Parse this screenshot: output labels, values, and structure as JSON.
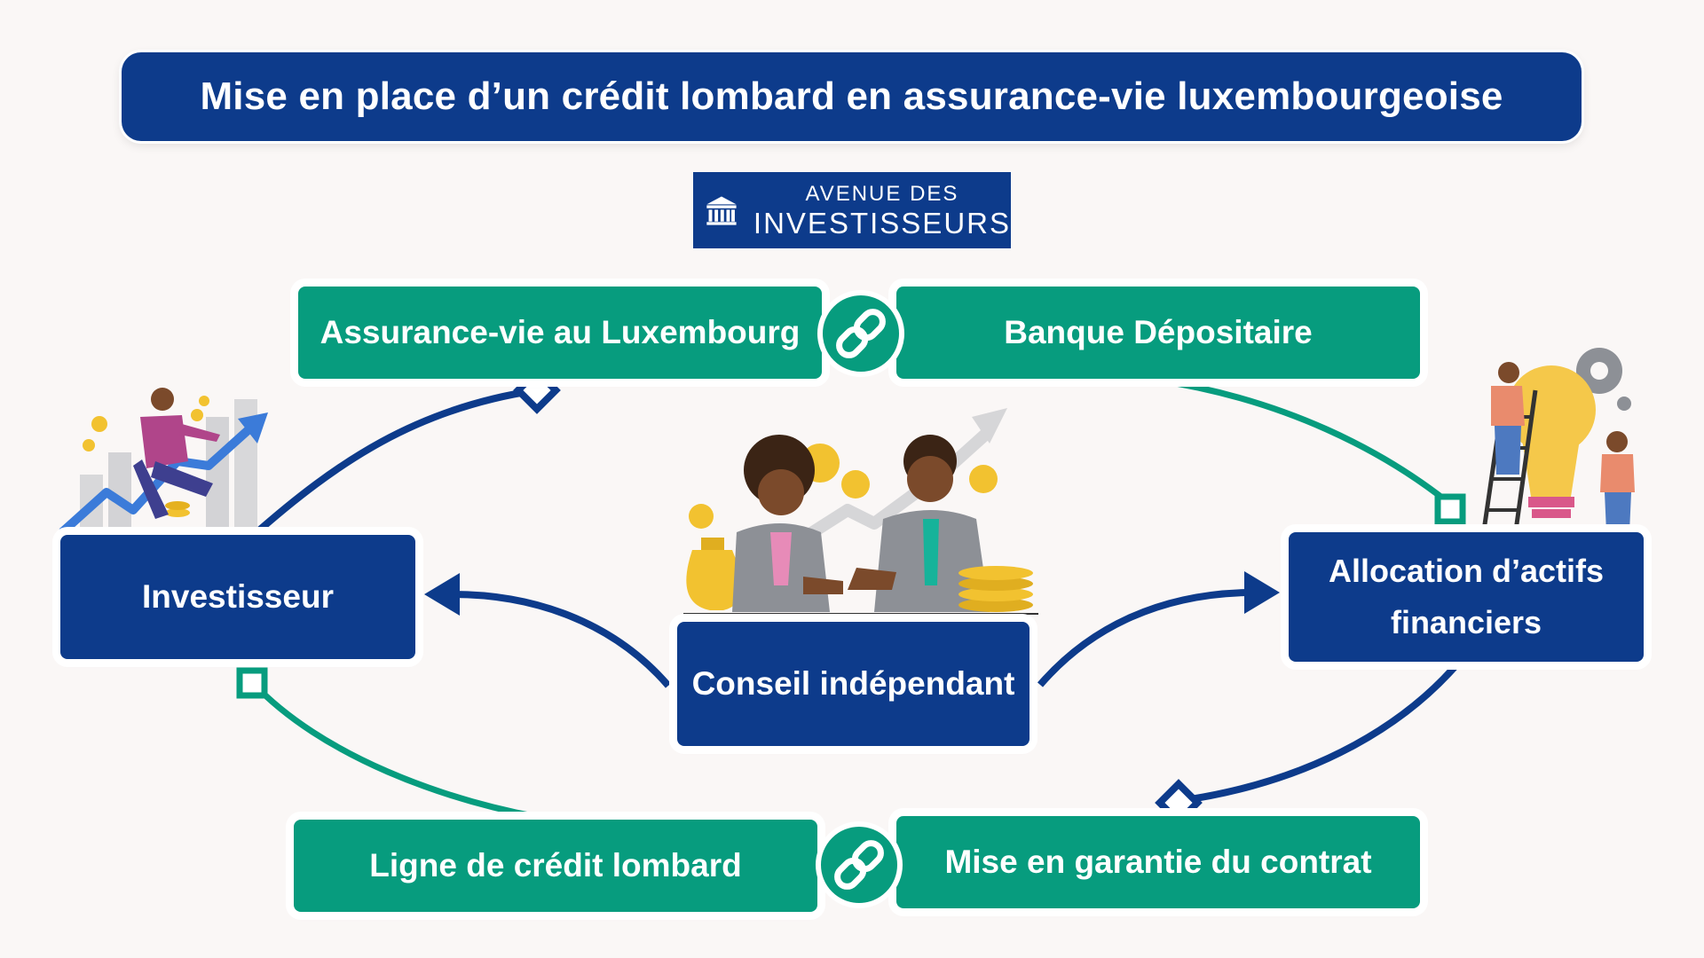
{
  "title": "Mise en place d’un crédit lombard en assurance-vie luxembourgeoise",
  "logo": {
    "line1": "AVENUE DES",
    "line2": "INVESTISSEURS"
  },
  "nodes": {
    "assurance_vie": "Assurance-vie au Luxembourg",
    "banque": "Banque Dépositaire",
    "investisseur": "Investisseur",
    "conseil": "Conseil indépendant",
    "allocation_line1": "Allocation d’actifs",
    "allocation_line2": "financiers",
    "ligne_credit": "Ligne de crédit lombard",
    "garantie": "Mise en garantie du contrat"
  },
  "icons": [
    "link-icon",
    "temple-icon",
    "arrow-head-icon",
    "diamond-connector-icon",
    "square-connector-icon"
  ],
  "colors": {
    "navy": "#0d3b8b",
    "green": "#079c7e",
    "background": "#faf7f6",
    "gold": "#f2c230",
    "gray_suit": "#8d9096"
  }
}
